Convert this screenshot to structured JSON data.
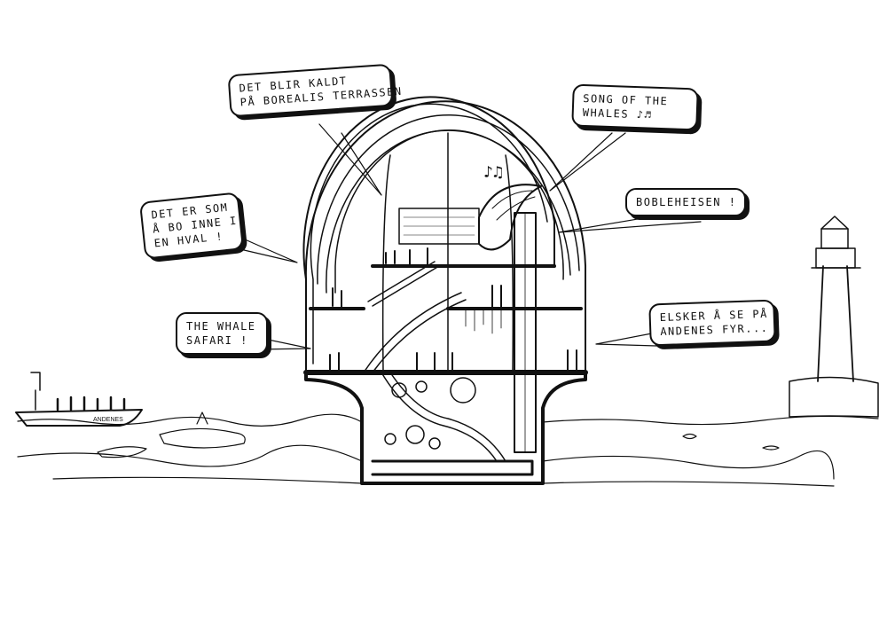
{
  "bubbles": {
    "terrace": {
      "line1": "DET BLIR KALDT",
      "line2": "PÅ BOREALIS TERRASSEN"
    },
    "song": {
      "line1": "SONG OF THE",
      "line2": "WHALES ♪♬"
    },
    "whale": {
      "line1": "DET ER SOM",
      "line2": "Å BO INNE I",
      "line3": "EN HVAL !"
    },
    "lift": {
      "line1": "BOBLEHEISEN !"
    },
    "safari": {
      "line1": "THE WHALE",
      "line2": "SAFARI !"
    },
    "fyr": {
      "line1": "ELSKER Å SE PÅ",
      "line2": "ANDENES FYR..."
    }
  },
  "boat_label": "ANDENES",
  "colors": {
    "ink": "#111111",
    "paper": "#ffffff"
  }
}
